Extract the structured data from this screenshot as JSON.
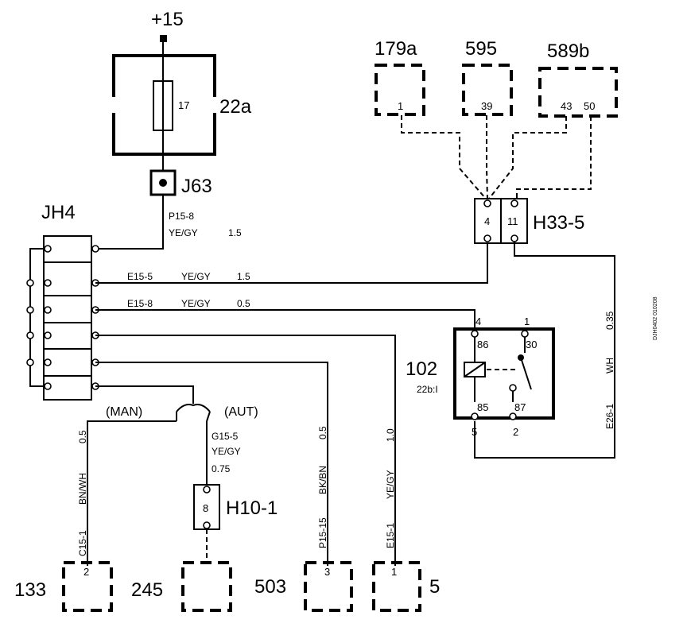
{
  "supply": {
    "label": "+15"
  },
  "fuse": {
    "id": "22a",
    "number": "17"
  },
  "junction": {
    "id": "J63"
  },
  "harness": {
    "id": "JH4"
  },
  "wires": {
    "p15_8": {
      "code": "P15-8",
      "color": "YE/GY",
      "size": "1.5"
    },
    "e15_5": {
      "code": "E15-5",
      "color": "YE/GY",
      "size": "1.5"
    },
    "e15_8": {
      "code": "E15-8",
      "color": "YE/GY",
      "size": "0.5"
    },
    "c15_1": {
      "code": "C15-1",
      "color": "BN/WH",
      "size": "0.5"
    },
    "g15_5": {
      "code": "G15-5",
      "color": "YE/GY",
      "size": "0.75"
    },
    "p15_15": {
      "code": "P15-15",
      "color": "BK/BN",
      "size": "0.5"
    },
    "e15_1": {
      "code": "E15-1",
      "color": "YE/GY",
      "size": "1.0"
    },
    "e26_1": {
      "code": "E26-1",
      "color": "WH",
      "size": "0.35"
    }
  },
  "switch": {
    "man": "(MAN)",
    "aut": "(AUT)"
  },
  "connector_h33": {
    "id": "H33-5",
    "pin_a": "4",
    "pin_b": "11"
  },
  "connector_h10": {
    "id": "H10-1",
    "pin": "8"
  },
  "relay": {
    "id": "102",
    "sub": "22b:I",
    "pin_86": "86",
    "pin_30": "30",
    "pin_85": "85",
    "pin_87": "87",
    "ext_4": "4",
    "ext_1": "1",
    "ext_5": "5",
    "ext_2": "2"
  },
  "top_components": [
    {
      "id": "179a",
      "pin": "1"
    },
    {
      "id": "595",
      "pin": "39"
    },
    {
      "id": "589b",
      "pin_a": "43",
      "pin_b": "50"
    }
  ],
  "bottom_components": [
    {
      "id": "133",
      "pin": "2"
    },
    {
      "id": "245",
      "pin": ""
    },
    {
      "id": "503",
      "pin": "3"
    },
    {
      "id": "5",
      "pin": "1"
    }
  ],
  "side_code": "DJH0402 010208"
}
